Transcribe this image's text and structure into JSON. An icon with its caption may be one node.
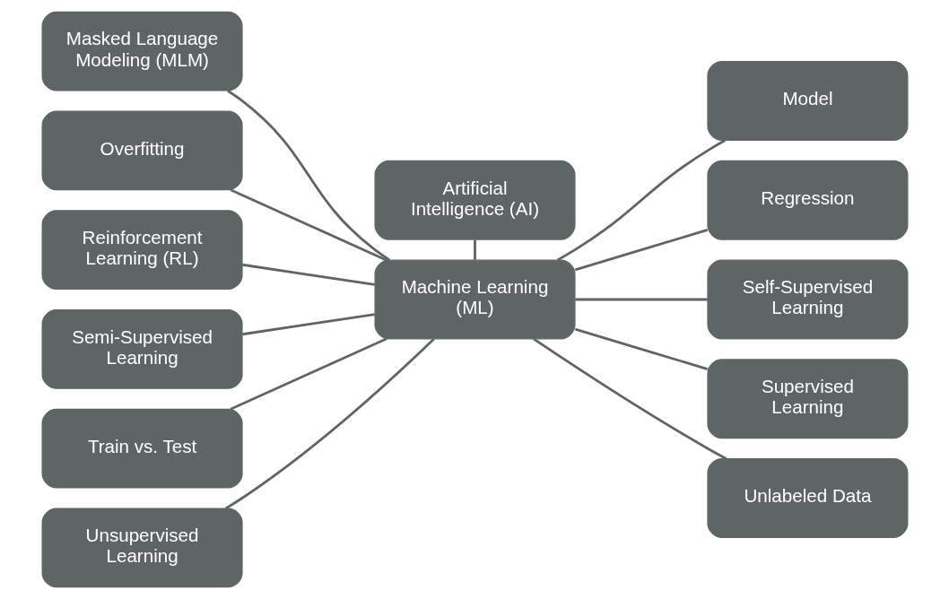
{
  "diagram": {
    "nodes": [
      {
        "text": [
          "Masked Language Modeling (MLM)"
        ]
      },
      {
        "text": [
          "Artificial Intelligence (AI)"
        ]
      },
      {
        "text": [
          "Model"
        ]
      },
      {
        "text": [
          "Overfitting"
        ]
      },
      {
        "text": [
          "Regression"
        ]
      },
      {
        "text": [
          "Reinforcement Learning (RL)"
        ]
      },
      {
        "text": [
          "Machine Learning (ML)"
        ]
      },
      {
        "text": [
          "Self-Supervised Learning"
        ]
      },
      {
        "text": [
          "Semi-Supervised Learning"
        ]
      },
      {
        "text": [
          "Supervised Learning"
        ]
      },
      {
        "text": [
          "Train vs. Test"
        ]
      },
      {
        "text": [
          "Unlabeled Data"
        ]
      },
      {
        "text": [
          "Unsupervised Learning"
        ]
      }
    ],
    "edges": [
      {
        "from": 1,
        "to": 6,
        "arrow": "none"
      },
      {
        "from": 6,
        "to": 0,
        "arrow": "none"
      },
      {
        "from": 6,
        "to": 3,
        "arrow": "none"
      },
      {
        "from": 6,
        "to": 5,
        "arrow": "none"
      },
      {
        "from": 6,
        "to": 8,
        "arrow": "none"
      },
      {
        "from": 6,
        "to": 10,
        "arrow": "none"
      },
      {
        "from": 6,
        "to": 12,
        "arrow": "none"
      },
      {
        "from": 6,
        "to": 2,
        "arrow": "none"
      },
      {
        "from": 6,
        "to": 4,
        "arrow": "none"
      },
      {
        "from": 6,
        "to": 7,
        "arrow": "none"
      },
      {
        "from": 6,
        "to": 9,
        "arrow": "none"
      },
      {
        "from": 6,
        "to": 11,
        "arrow": "none"
      }
    ]
  }
}
